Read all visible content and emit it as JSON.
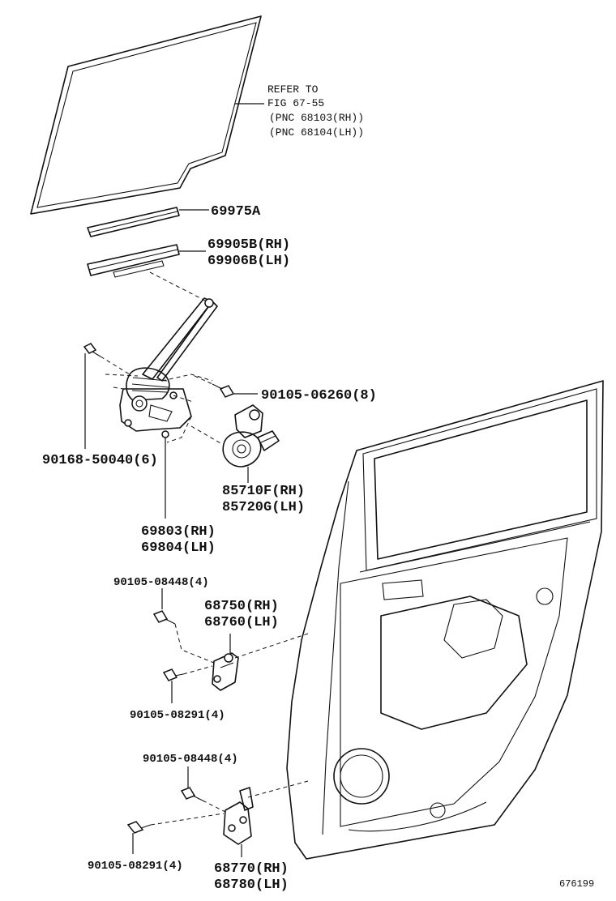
{
  "refer_note": {
    "line1": "REFER TO",
    "line2": "FIG 67-55",
    "line3": "(PNC 68103(RH))",
    "line4": "(PNC 68104(LH))"
  },
  "labels": {
    "p69975a": "69975A",
    "p69905b": "69905B(RH)",
    "p69906b": "69906B(LH)",
    "b9010506260": "90105-06260(8)",
    "b9016850040": "90168-50040(6)",
    "p85710f": "85710F(RH)",
    "p85720g": "85720G(LH)",
    "p69803": "69803(RH)",
    "p69804": "69804(LH)",
    "b9010508448_top": "90105-08448(4)",
    "p68750": "68750(RH)",
    "p68760": "68760(LH)",
    "b9010508291_top": "90105-08291(4)",
    "b9010508448_bot": "90105-08448(4)",
    "b9010508291_bot": "90105-08291(4)",
    "p68770": "68770(RH)",
    "p68780": "68780(LH)"
  },
  "figure_id": "676199"
}
